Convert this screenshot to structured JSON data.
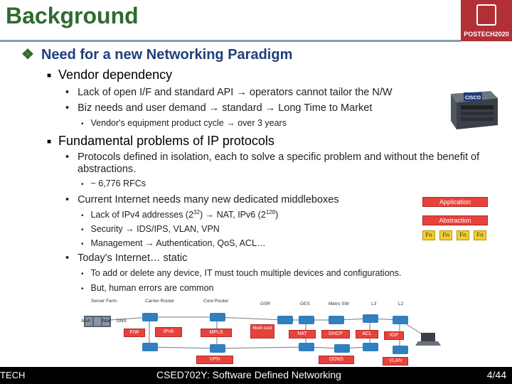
{
  "header": {
    "title": "Background",
    "logo_text": "POSTECH2020"
  },
  "section": {
    "heading": "Need for a new Networking Paradigm"
  },
  "vendor": {
    "heading": "Vendor dependency",
    "items": [
      {
        "pre": "Lack of open I/F and standard API ",
        "post": " operators cannot tailor the N/W"
      },
      {
        "pre": "Biz needs and user demand ",
        "mid": " standard ",
        "post": " Long Time to Market"
      }
    ],
    "sub": {
      "pre": "Vendor's equipment product cycle ",
      "post": " over 3 years"
    },
    "cisco_label": "CISCO"
  },
  "fundamental": {
    "heading": "Fundamental problems of IP protocols",
    "p1": "Protocols defined in isolation, each to solve a specific problem and without the benefit of abstractions.",
    "p1_sub": "~ 6,776 RFCs",
    "p2": "Current Internet needs many new dedicated middleboxes",
    "p2_items": [
      {
        "pre": "Lack of IPv4 addresses (2",
        "sup": "32",
        "mid": ") ",
        "post": " NAT, IPv6 (2",
        "sup2": "128",
        "end": ")"
      },
      {
        "pre": "Security ",
        "post": " IDS/IPS, VLAN, VPN"
      },
      {
        "pre": "Management ",
        "post": " Authentication, QoS, ACL…"
      }
    ],
    "p3": "Today's Internet… static",
    "p3_items": [
      "To add or delete any device, IT must touch multiple devices and configurations.",
      "But, human errors are common"
    ]
  },
  "stack": {
    "application": "Application",
    "abstraction": "Abstraction",
    "fn_labels": [
      "Fn",
      "Fn",
      "Fn",
      "Fn"
    ]
  },
  "diagram": {
    "top_labels": [
      "Server Farm",
      "Carrier Router",
      "Core Router",
      "GSR",
      "GES",
      "Metro SW",
      "L3",
      "L2"
    ],
    "left_labels": [
      "AAA",
      "Mail",
      "DNS"
    ],
    "boxes": [
      "F/W",
      "IPv6",
      "MPLS",
      "Multi cast",
      "NAT",
      "DHCP",
      "ACL",
      "IGP"
    ],
    "bottom_boxes": [
      "VPN",
      "DDNS",
      "VLAN"
    ]
  },
  "footer": {
    "left": "TECH",
    "center": "CSED702Y: Software Defined Networking",
    "page": "4/44"
  },
  "colors": {
    "title_green": "#2e6b2e",
    "heading_blue": "#1f3f7a",
    "red": "#e8423d",
    "yellow": "#f4ce2a",
    "logo_red": "#b03036"
  }
}
